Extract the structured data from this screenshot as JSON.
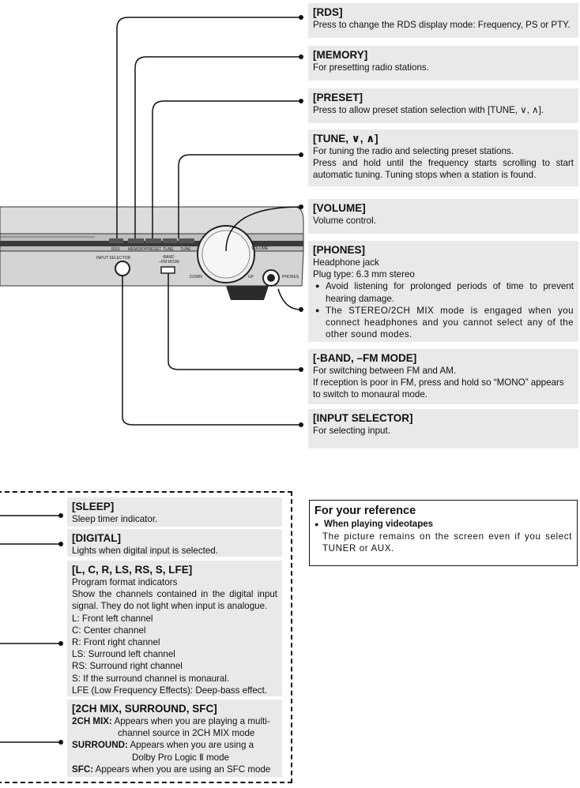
{
  "callouts": {
    "rds": {
      "title": "[RDS]",
      "lines": [
        "Press to change the RDS display mode: Frequency, PS or PTY."
      ]
    },
    "memory": {
      "title": "[MEMORY]",
      "lines": [
        "For presetting radio stations."
      ]
    },
    "preset": {
      "title": "[PRESET]",
      "lines": [
        "Press to allow preset station selection with [TUNE, ∨, ∧]."
      ]
    },
    "tune": {
      "title": "[TUNE, ∨, ∧]",
      "lines": [
        "For tuning the radio and selecting preset stations.",
        "Press and hold until the frequency starts scrolling to start automatic tuning. Tuning stops when a station is found."
      ]
    },
    "volume": {
      "title": "[VOLUME]",
      "lines": [
        "Volume control."
      ]
    },
    "phones": {
      "title": "[PHONES]",
      "lines": [
        "Headphone jack",
        "Plug type: 6.3 mm stereo"
      ],
      "bullets": [
        "Avoid listening for prolonged periods of time to prevent hearing damage.",
        "The STEREO/2CH MIX mode is engaged when you connect headphones and you cannot select any of the other sound modes."
      ]
    },
    "band": {
      "title": "[-BAND, –FM MODE]",
      "lines": [
        "For switching between FM and AM.",
        "If reception is poor in FM, press and hold so “MONO” appears to switch to monaural mode."
      ]
    },
    "input": {
      "title": "[INPUT SELECTOR]",
      "lines": [
        "For selecting input."
      ]
    }
  },
  "device_labels": {
    "rds": "RDS",
    "memory": "MEMORY",
    "preset": "PRESET",
    "tune1": "TUNE",
    "tune2": "TUNE",
    "volume": "VOLUME",
    "down": "DOWN",
    "up": "UP",
    "phones": "PHONES",
    "input_selector": "INPUT SELECTOR",
    "band": "-BAND",
    "fm_mode": "–FM MODE"
  },
  "indicators": {
    "sleep": {
      "title": "[SLEEP]",
      "lines": [
        "Sleep timer indicator."
      ]
    },
    "digital": {
      "title": "[DIGITAL]",
      "lines": [
        "Lights when digital input is selected."
      ]
    },
    "channels": {
      "title": "[L, C, R, LS, RS, S, LFE]",
      "lines": [
        "Program format indicators",
        "Show the channels contained in the digital input signal. They do not light when input is analogue.",
        "L: Front left channel",
        "C: Center channel",
        "R: Front right channel",
        "LS: Surround left channel",
        "RS: Surround right channel",
        "S: If the surround channel is monaural.",
        "LFE (Low Frequency Effects): Deep-bass effect."
      ]
    },
    "modes": {
      "title": "[2CH MIX, SURROUND, SFC]",
      "mix_label": "2CH MIX:",
      "mix_text": "Appears when you are playing a multi-",
      "mix_text2": "channel source in 2CH MIX mode",
      "surround_label": "SURROUND:",
      "surround_text": "Appears when you are using a",
      "surround_text2": "Dolby Pro Logic Ⅱ mode",
      "sfc_label": "SFC:",
      "sfc_text": "Appears when you are using an SFC mode"
    }
  },
  "reference": {
    "title": "For your reference",
    "bullet": "When playing videotapes",
    "text": "The picture remains on the screen even if you select TUNER or AUX."
  }
}
